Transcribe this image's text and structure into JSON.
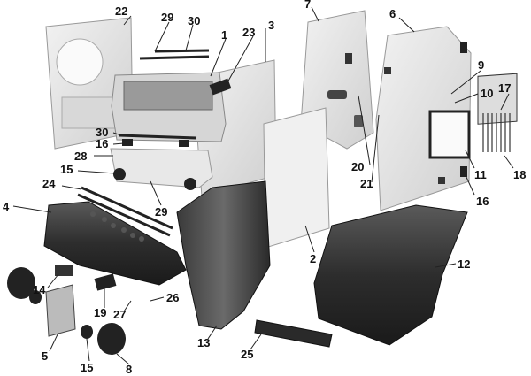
{
  "callouts": [
    {
      "id": "c22",
      "text": "22"
    },
    {
      "id": "c29a",
      "text": "29"
    },
    {
      "id": "c30a",
      "text": "30"
    },
    {
      "id": "c1",
      "text": "1"
    },
    {
      "id": "c23",
      "text": "23"
    },
    {
      "id": "c3",
      "text": "3"
    },
    {
      "id": "c7",
      "text": "7"
    },
    {
      "id": "c6",
      "text": "6"
    },
    {
      "id": "c9",
      "text": "9"
    },
    {
      "id": "c10",
      "text": "10"
    },
    {
      "id": "c17",
      "text": "17"
    },
    {
      "id": "c30b",
      "text": "30"
    },
    {
      "id": "c16a",
      "text": "16"
    },
    {
      "id": "c15a",
      "text": "15"
    },
    {
      "id": "c28",
      "text": "28"
    },
    {
      "id": "c20",
      "text": "20"
    },
    {
      "id": "c21",
      "text": "21"
    },
    {
      "id": "c11",
      "text": "11"
    },
    {
      "id": "c18",
      "text": "18"
    },
    {
      "id": "c16b",
      "text": "16"
    },
    {
      "id": "c24",
      "text": "24"
    },
    {
      "id": "c29b",
      "text": "29"
    },
    {
      "id": "c4",
      "text": "4"
    },
    {
      "id": "c2",
      "text": "2"
    },
    {
      "id": "c12",
      "text": "12"
    },
    {
      "id": "c14",
      "text": "14"
    },
    {
      "id": "c19",
      "text": "19"
    },
    {
      "id": "c26",
      "text": "26"
    },
    {
      "id": "c27",
      "text": "27"
    },
    {
      "id": "c5",
      "text": "5"
    },
    {
      "id": "c13",
      "text": "13"
    },
    {
      "id": "c25",
      "text": "25"
    },
    {
      "id": "c15b",
      "text": "15"
    },
    {
      "id": "c8",
      "text": "8"
    }
  ],
  "colors": {
    "background": "#ffffff",
    "dark_part": "#2a2a2a",
    "light_panel": "#e6e6e6",
    "line": "#222222"
  }
}
